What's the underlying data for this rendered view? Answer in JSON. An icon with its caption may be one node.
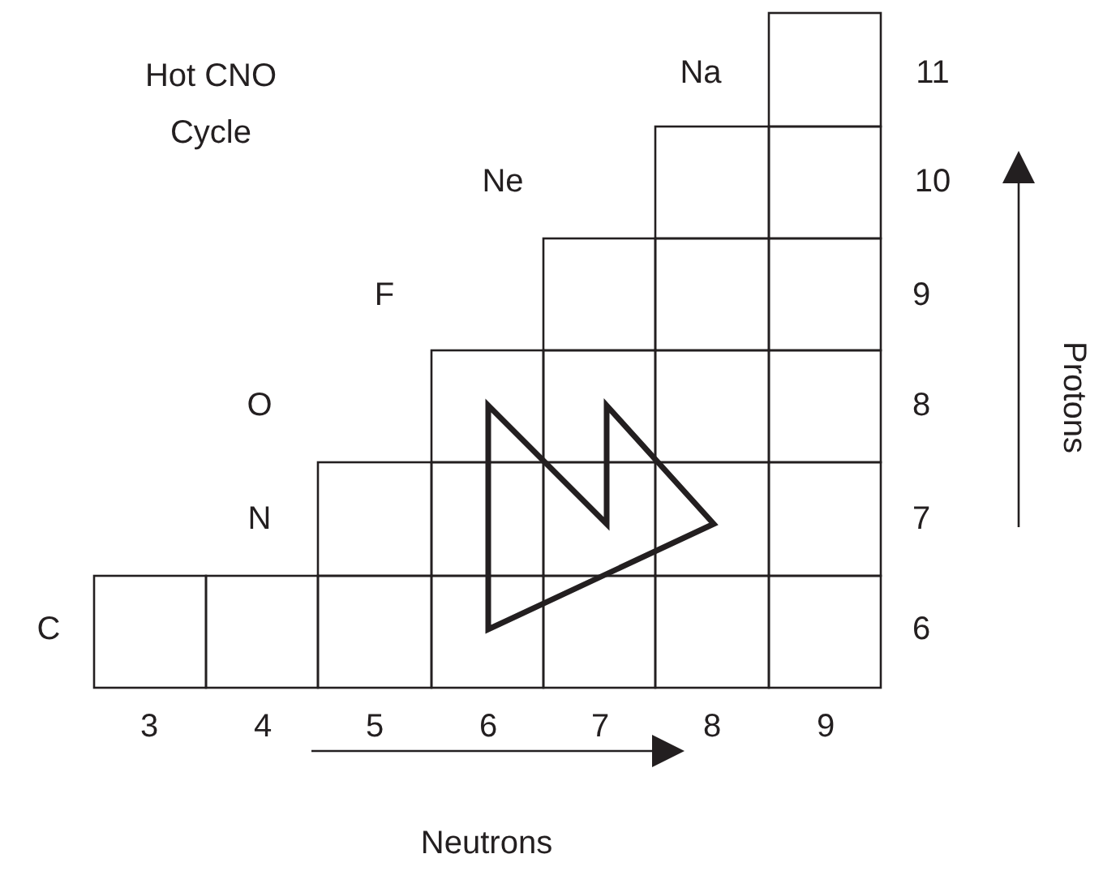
{
  "diagram": {
    "title": "Hot CNO Cycle",
    "labels": [
      "Na",
      "11",
      "Ne",
      "10",
      "Protons",
      "F",
      "9",
      "O",
      "8",
      "N",
      "7",
      "C",
      "6",
      "3",
      "4",
      "5",
      "6",
      "7",
      "8",
      "9",
      "Neutrons"
    ]
  }
}
